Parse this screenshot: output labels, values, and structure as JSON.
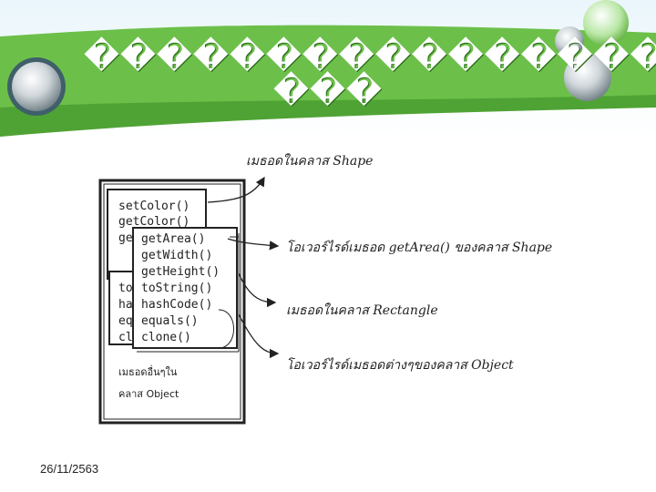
{
  "slide": {
    "title_line1": "�������������������",
    "title_line2": "���",
    "date": "26/11/2563"
  },
  "diagram": {
    "object_methods": [
      "set.Color()",
      "get.Color()",
      "ge",
      "to",
      "ha",
      "eq",
      "cl"
    ],
    "rect_methods": [
      "get.Area()",
      "get.Width()",
      "get.Height()",
      "to.String()",
      "hash.Code()",
      "equals()",
      "clone()"
    ],
    "object_methods_display": [
      "setColor()",
      "getColor()",
      "ge",
      "to",
      "ha",
      "eq",
      "cl"
    ],
    "rect_methods_display": [
      "getArea()",
      "getWidth()",
      "getHeight()",
      "toString()",
      "hashCode()",
      "equals()",
      "clone()"
    ],
    "other_methods_label_1": "เมธอดอื่นๆใน",
    "other_methods_label_2": "คลาส Object",
    "annotations": [
      "เมธอดในคลาส Shape",
      "โอเวอร์ไรด์เมธอด getArea() ของคลาส Shape",
      "เมธอดในคลาส Rectangle",
      "โอเวอร์ไรด์เมธอดต่างๆของคลาส Object"
    ]
  },
  "colors": {
    "banner_green": "#6cc04a",
    "banner_dark": "#3f8f2a",
    "sky": "#dff1fb"
  }
}
